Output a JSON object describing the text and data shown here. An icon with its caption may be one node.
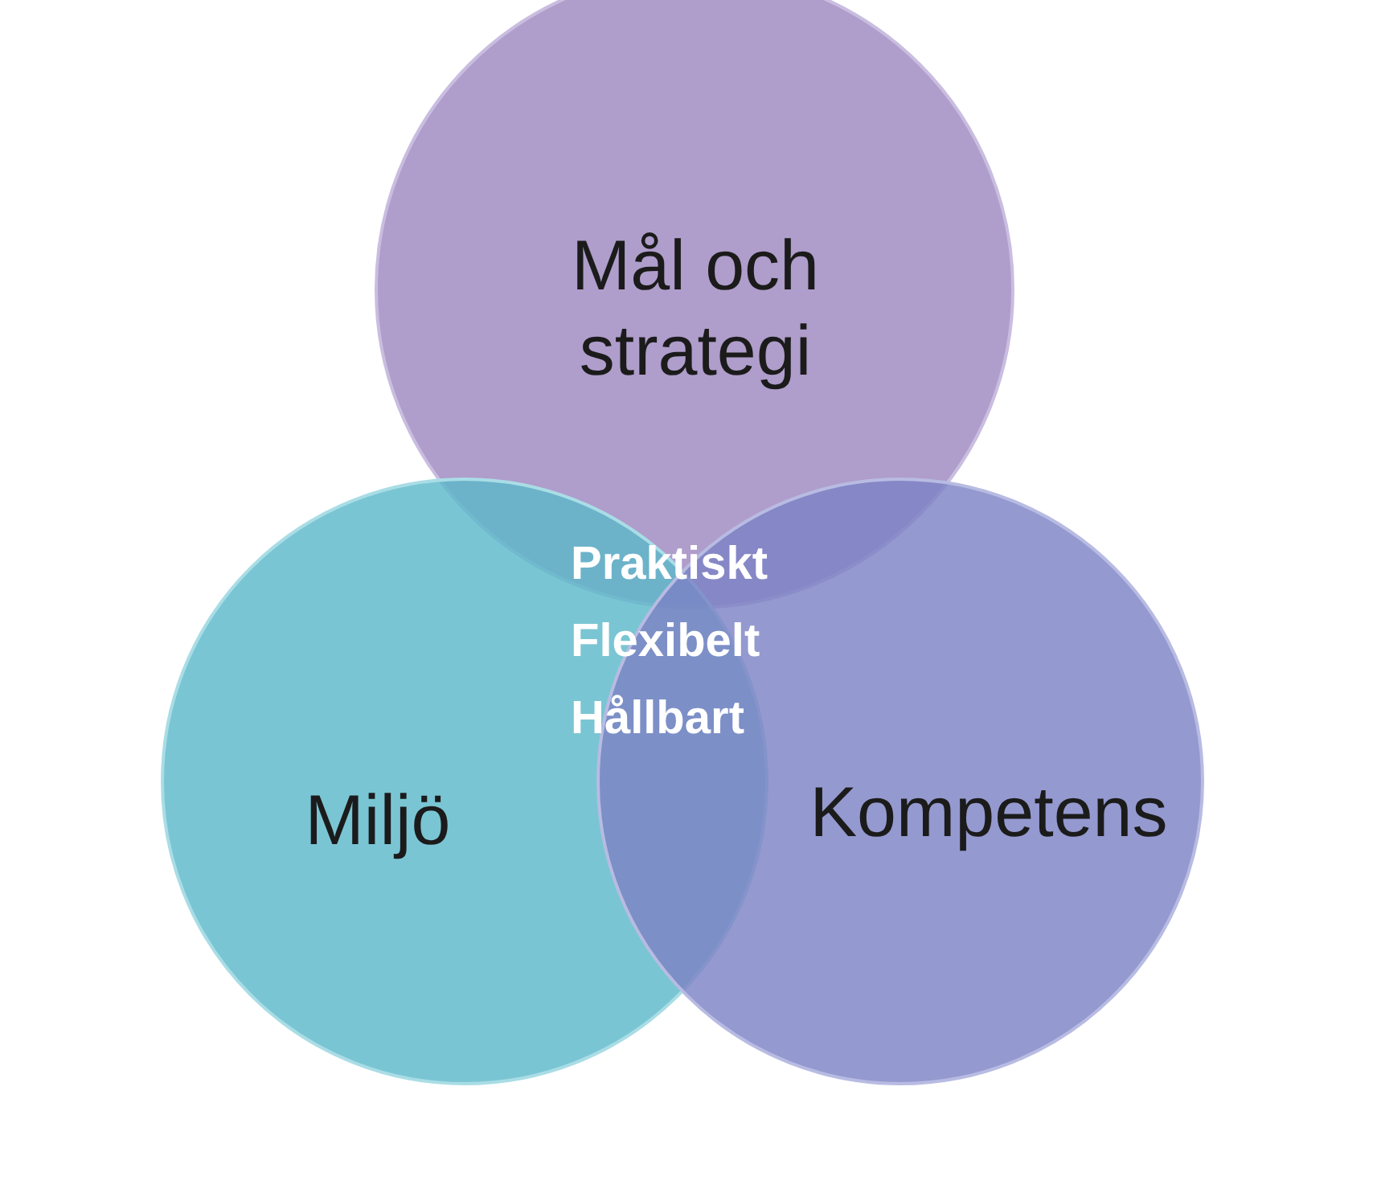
{
  "diagram": {
    "nodes": [
      {
        "text": [
          "Mål och strategi"
        ]
      },
      {
        "text": [
          "Miljö"
        ]
      },
      {
        "text": [
          "Kompetens"
        ]
      }
    ],
    "labels": [
      "Praktiskt",
      "Flexibelt",
      "Hållbart"
    ]
  }
}
